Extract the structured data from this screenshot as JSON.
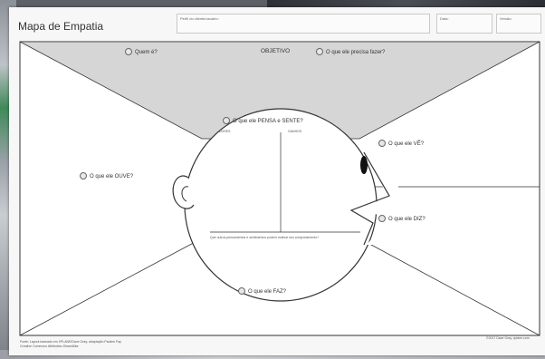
{
  "document": {
    "title": "Mapa de Empatia",
    "header_fields": {
      "profile_label": "Perfil do cliente/usuário:",
      "date_label": "Data:",
      "version_label": "Versão:"
    },
    "objective_label": "OBJETIVO",
    "sections": {
      "who": "Quem é?",
      "needs": "O que ele precisa fazer?",
      "thinks_feels": "O que ele PENSA e SENTE?",
      "sees": "O que ele VÊ?",
      "hears": "O que ele OUVE?",
      "says": "O que ele DIZ?",
      "does": "O que ele FAZ?"
    },
    "sub_labels": {
      "pains": "DORES",
      "gains": "GANHOS"
    },
    "center_note": "Que outros pensamentos e sentimentos podem motivar seu comportamento?",
    "footer_left": [
      "Fonte: Layout baseado em XPLANE/Dave Gray; adaptação Pauline Fay",
      "Creative Commons Attribution-ShareAlike"
    ],
    "footer_right": "©2017 Dave Gray, xplane.com"
  }
}
